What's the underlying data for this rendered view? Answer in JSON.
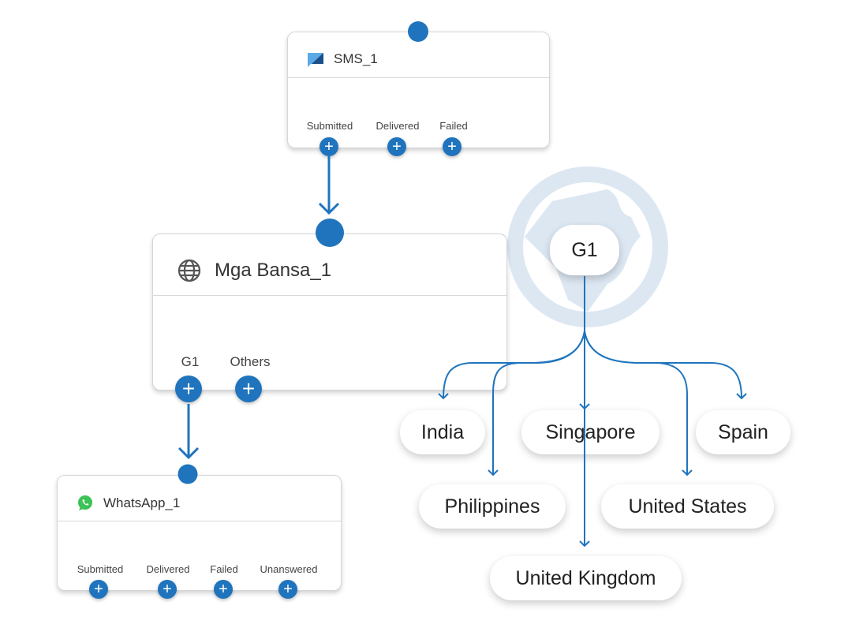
{
  "colors": {
    "accent": "#1f74bd",
    "globe_bg": "#dce7f2"
  },
  "sms_node": {
    "title": "SMS_1",
    "icon": "sms-icon",
    "outputs": [
      "Submitted",
      "Delivered",
      "Failed"
    ]
  },
  "country_node": {
    "title": "Mga Bansa_1",
    "icon": "globe-icon",
    "outputs": [
      "G1",
      "Others"
    ]
  },
  "whatsapp_node": {
    "title": "WhatsApp_1",
    "icon": "whatsapp-icon",
    "outputs": [
      "Submitted",
      "Delivered",
      "Failed",
      "Unanswered"
    ]
  },
  "group": {
    "label": "G1",
    "countries": [
      "India",
      "Singapore",
      "Spain",
      "Philippines",
      "United States",
      "United Kingdom"
    ]
  }
}
